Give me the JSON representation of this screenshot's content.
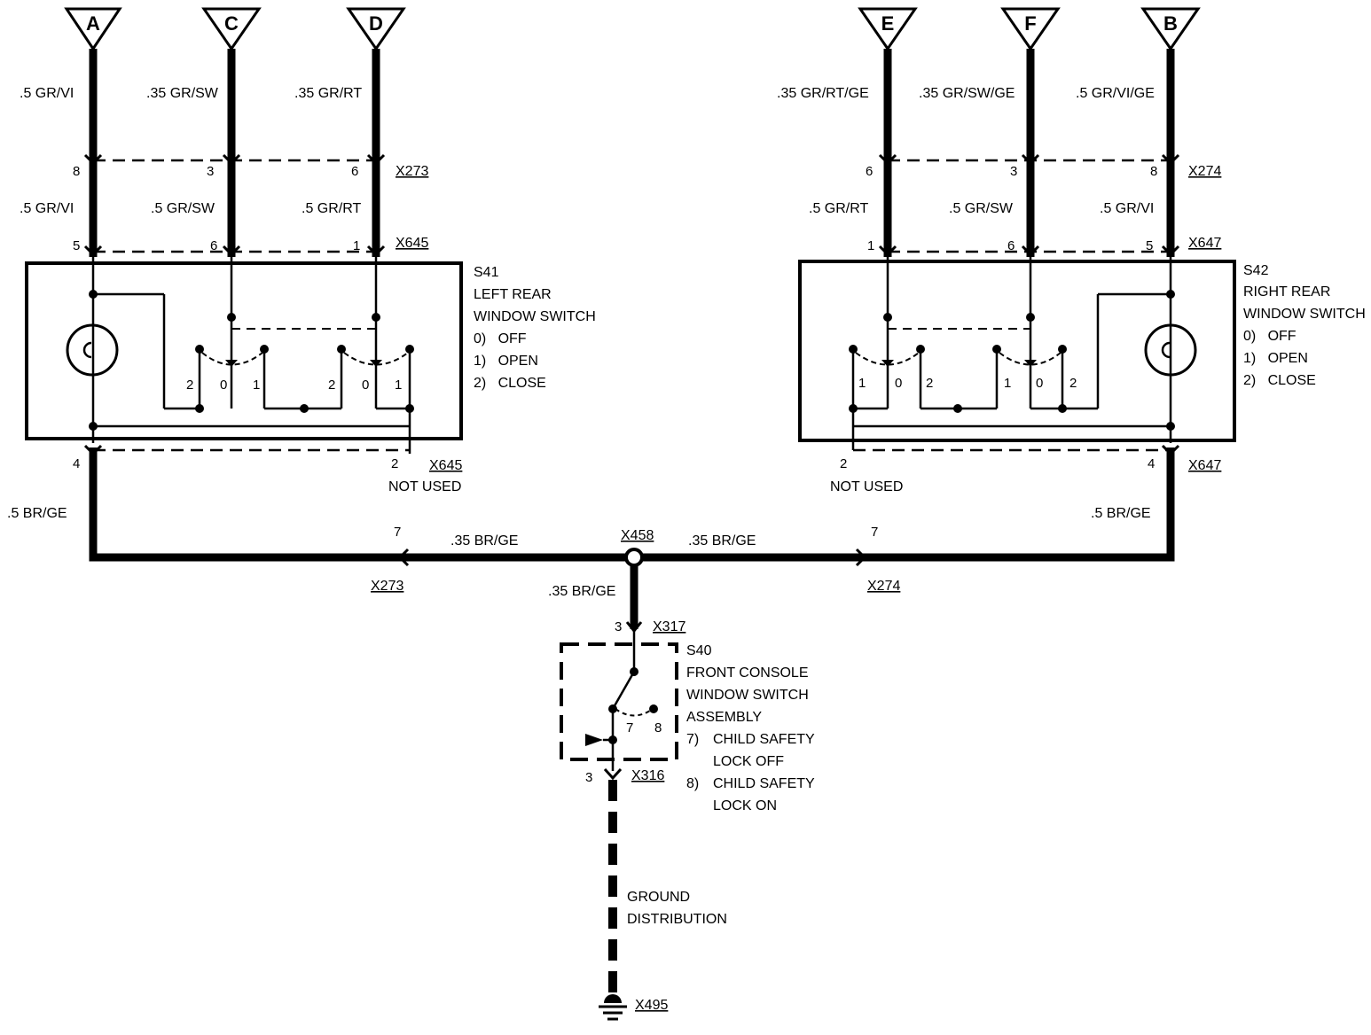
{
  "terminals": {
    "A": "A",
    "C": "C",
    "D": "D",
    "E": "E",
    "F": "F",
    "B": "B"
  },
  "wires": {
    "a_top": ".5 GR/VI",
    "c_top": ".35 GR/SW",
    "d_top": ".35 GR/RT",
    "e_top": ".35 GR/RT/GE",
    "f_top": ".35 GR/SW/GE",
    "b_top": ".5 GR/VI/GE",
    "a_mid": ".5 GR/VI",
    "c_mid": ".5 GR/SW",
    "d_mid": ".5 GR/RT",
    "e_mid": ".5 GR/RT",
    "f_mid": ".5 GR/SW",
    "b_mid": ".5 GR/VI",
    "left_down": ".5 BR/GE",
    "right_down": ".5 BR/GE",
    "bus_left": ".35 BR/GE",
    "bus_right": ".35 BR/GE",
    "center_down": ".35 BR/GE"
  },
  "connectors": {
    "x273_top": "X273",
    "x645_top": "X645",
    "x274_top": "X274",
    "x647_top": "X647",
    "x645_bottom": "X645",
    "x647_bottom": "X647",
    "x458": "X458",
    "x273_bus": "X273",
    "x274_bus": "X274",
    "x317": "X317",
    "x316": "X316",
    "x495": "X495"
  },
  "pins": {
    "p8_left": "8",
    "p3_left": "3",
    "p6_left": "6",
    "p5_left": "5",
    "p6b_left": "6",
    "p1_left": "1",
    "p6_right": "6",
    "p3_right": "3",
    "p8_right": "8",
    "p1_right": "1",
    "p6b_right": "6",
    "p5_right": "5",
    "p4_left": "4",
    "p2_left": "2",
    "p2_right": "2",
    "p4_right": "4",
    "p7_left": "7",
    "p7_right": "7",
    "p3_x317": "3",
    "p3_x316": "3"
  },
  "s41": {
    "id": "S41",
    "line1": "LEFT REAR",
    "line2": "WINDOW SWITCH",
    "states": [
      "0)   OFF",
      "1)   OPEN",
      "2)   CLOSE"
    ],
    "pos": [
      "2",
      "0",
      "1",
      "2",
      "0",
      "1"
    ],
    "not_used": "NOT USED"
  },
  "s42": {
    "id": "S42",
    "line1": "RIGHT REAR",
    "line2": "WINDOW SWITCH",
    "states": [
      "0)   OFF",
      "1)   OPEN",
      "2)   CLOSE"
    ],
    "pos": [
      "1",
      "0",
      "2",
      "1",
      "0",
      "2"
    ],
    "not_used": "NOT USED"
  },
  "s40": {
    "id": "S40",
    "lines": [
      "FRONT CONSOLE",
      "WINDOW SWITCH",
      "ASSEMBLY"
    ],
    "opt7": "7)",
    "opt7_l1": "CHILD SAFETY",
    "opt7_l2": "LOCK OFF",
    "opt8": "8)",
    "opt8_l1": "CHILD SAFETY",
    "opt8_l2": "LOCK ON",
    "pos7": "7",
    "pos8": "8"
  },
  "ground": {
    "line1": "GROUND",
    "line2": "DISTRIBUTION"
  }
}
